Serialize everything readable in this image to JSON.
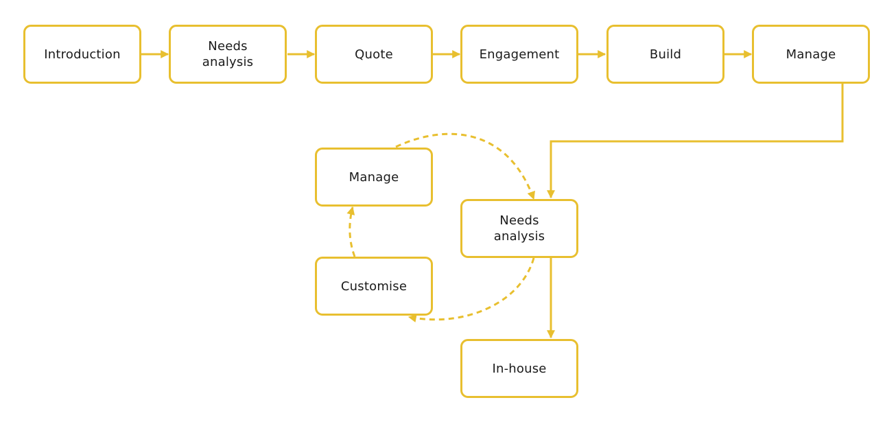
{
  "colors": {
    "accent": "#e8bf2f",
    "text": "#1a1a1a",
    "background": "#ffffff"
  },
  "pipeline": {
    "introduction": "Introduction",
    "needs_analysis": "Needs analysis",
    "quote": "Quote",
    "engagement": "Engagement",
    "build": "Build",
    "manage": "Manage"
  },
  "cycle": {
    "manage": "Manage",
    "needs_analysis": "Needs analysis",
    "customise": "Customise",
    "in_house": "In-house"
  }
}
